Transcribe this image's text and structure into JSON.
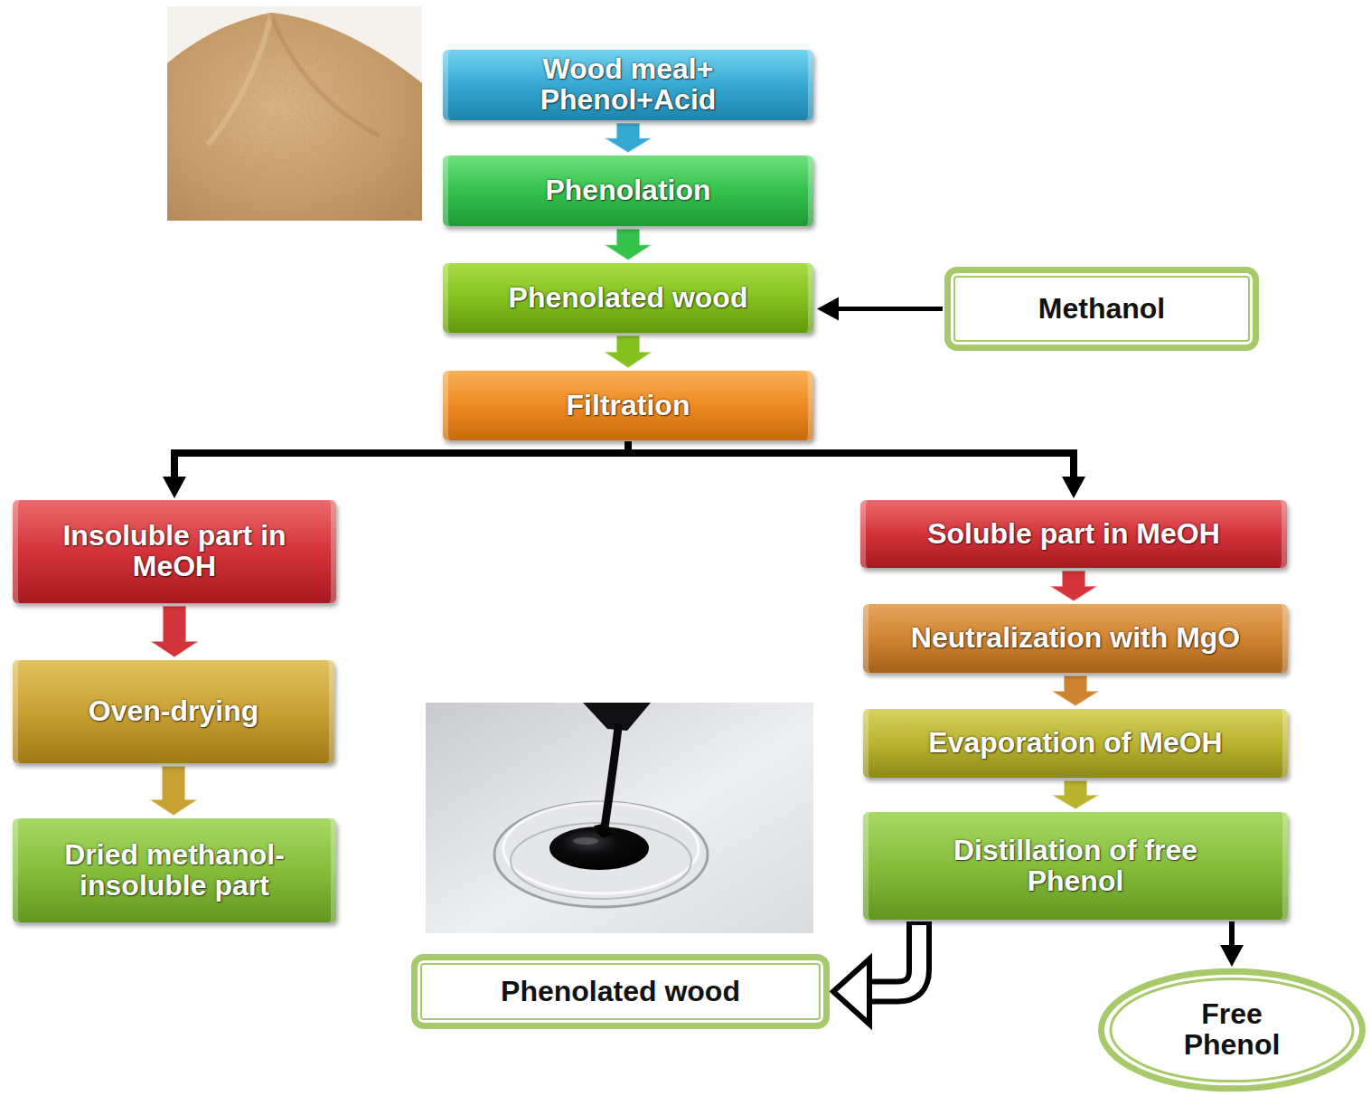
{
  "diagram": {
    "nodes": [
      {
        "text": [
          "Wood meal+ Phenol+Acid"
        ]
      },
      {
        "text": [
          "Phenolation"
        ]
      },
      {
        "text": [
          "Phenolated wood"
        ]
      },
      {
        "text": [
          "Methanol"
        ]
      },
      {
        "text": [
          "Filtration"
        ]
      },
      {
        "text": [
          "Insoluble part in MeOH"
        ]
      },
      {
        "text": [
          "Soluble part in MeOH"
        ]
      },
      {
        "text": [
          "Oven-drying"
        ]
      },
      {
        "text": [
          "Neutralization with MgO"
        ]
      },
      {
        "text": [
          "Dried methanol-insoluble part"
        ]
      },
      {
        "text": [
          "Evaporation of MeOH"
        ]
      },
      {
        "text": [
          "Distillation of free Phenol"
        ]
      },
      {
        "text": [
          "Phenolated wood"
        ]
      },
      {
        "text": [
          "Free Phenol"
        ]
      }
    ],
    "edges": [
      {
        "from": 0,
        "to": 1,
        "arrow": "to"
      },
      {
        "from": 1,
        "to": 2,
        "arrow": "to"
      },
      {
        "from": 3,
        "to": 2,
        "arrow": "to"
      },
      {
        "from": 2,
        "to": 4,
        "arrow": "to"
      },
      {
        "from": 4,
        "to": 5,
        "arrow": "to"
      },
      {
        "from": 4,
        "to": 6,
        "arrow": "to"
      },
      {
        "from": 5,
        "to": 7,
        "arrow": "to"
      },
      {
        "from": 7,
        "to": 9,
        "arrow": "to"
      },
      {
        "from": 6,
        "to": 8,
        "arrow": "to"
      },
      {
        "from": 8,
        "to": 10,
        "arrow": "to"
      },
      {
        "from": 10,
        "to": 11,
        "arrow": "to"
      },
      {
        "from": 11,
        "to": 12,
        "arrow": "to"
      },
      {
        "from": 11,
        "to": 13,
        "arrow": "to"
      }
    ]
  }
}
